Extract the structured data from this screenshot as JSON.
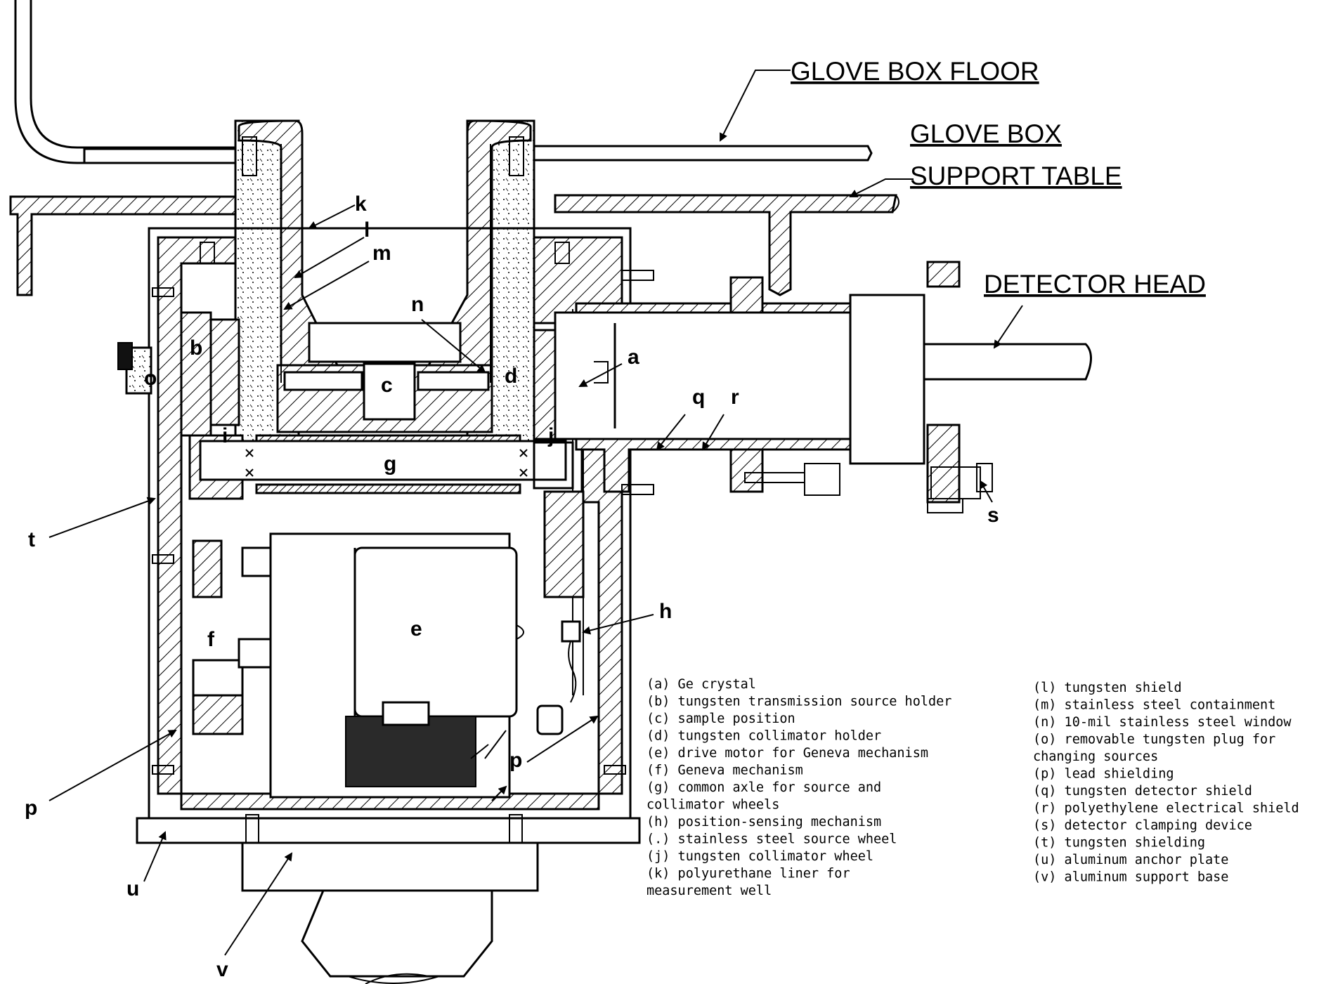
{
  "titles": {
    "glove_box_floor": "GLOVE BOX FLOOR",
    "support_table_1": "GLOVE BOX",
    "support_table_2": "SUPPORT TABLE",
    "detector_head": "DETECTOR HEAD"
  },
  "callouts": {
    "a": "a",
    "b": "b",
    "c": "c",
    "d": "d",
    "e": "e",
    "f": "f",
    "g": "g",
    "h": "h",
    "i": "i",
    "j": "j",
    "k": "k",
    "l": "l",
    "m": "m",
    "n": "n",
    "o": "o",
    "p": "p",
    "q": "q",
    "r": "r",
    "s": "s",
    "t": "t",
    "u": "u",
    "v": "v"
  },
  "legend_left": [
    "(a) Ge crystal",
    "(b) tungsten transmission source holder",
    "(c) sample position",
    "(d) tungsten collimator holder",
    "(e) drive motor for Geneva mechanism",
    "(f) Geneva mechanism",
    "(g) common axle for source and",
    "    collimator wheels",
    "(h) position-sensing mechanism",
    "(.) stainless steel source wheel",
    "(j) tungsten collimator wheel",
    "(k) polyurethane liner for",
    "    measurement well"
  ],
  "legend_right": [
    "(l) tungsten shield",
    "(m) stainless steel containment",
    "(n) 10-mil stainless steel window",
    "(o) removable tungsten plug for",
    "    changing sources",
    "(p) lead shielding",
    "(q) tungsten detector shield",
    "(r) polyethylene electrical shield",
    "(s) detector clamping device",
    "(t) tungsten shielding",
    "(u) aluminum anchor plate",
    "(v) aluminum support base"
  ]
}
